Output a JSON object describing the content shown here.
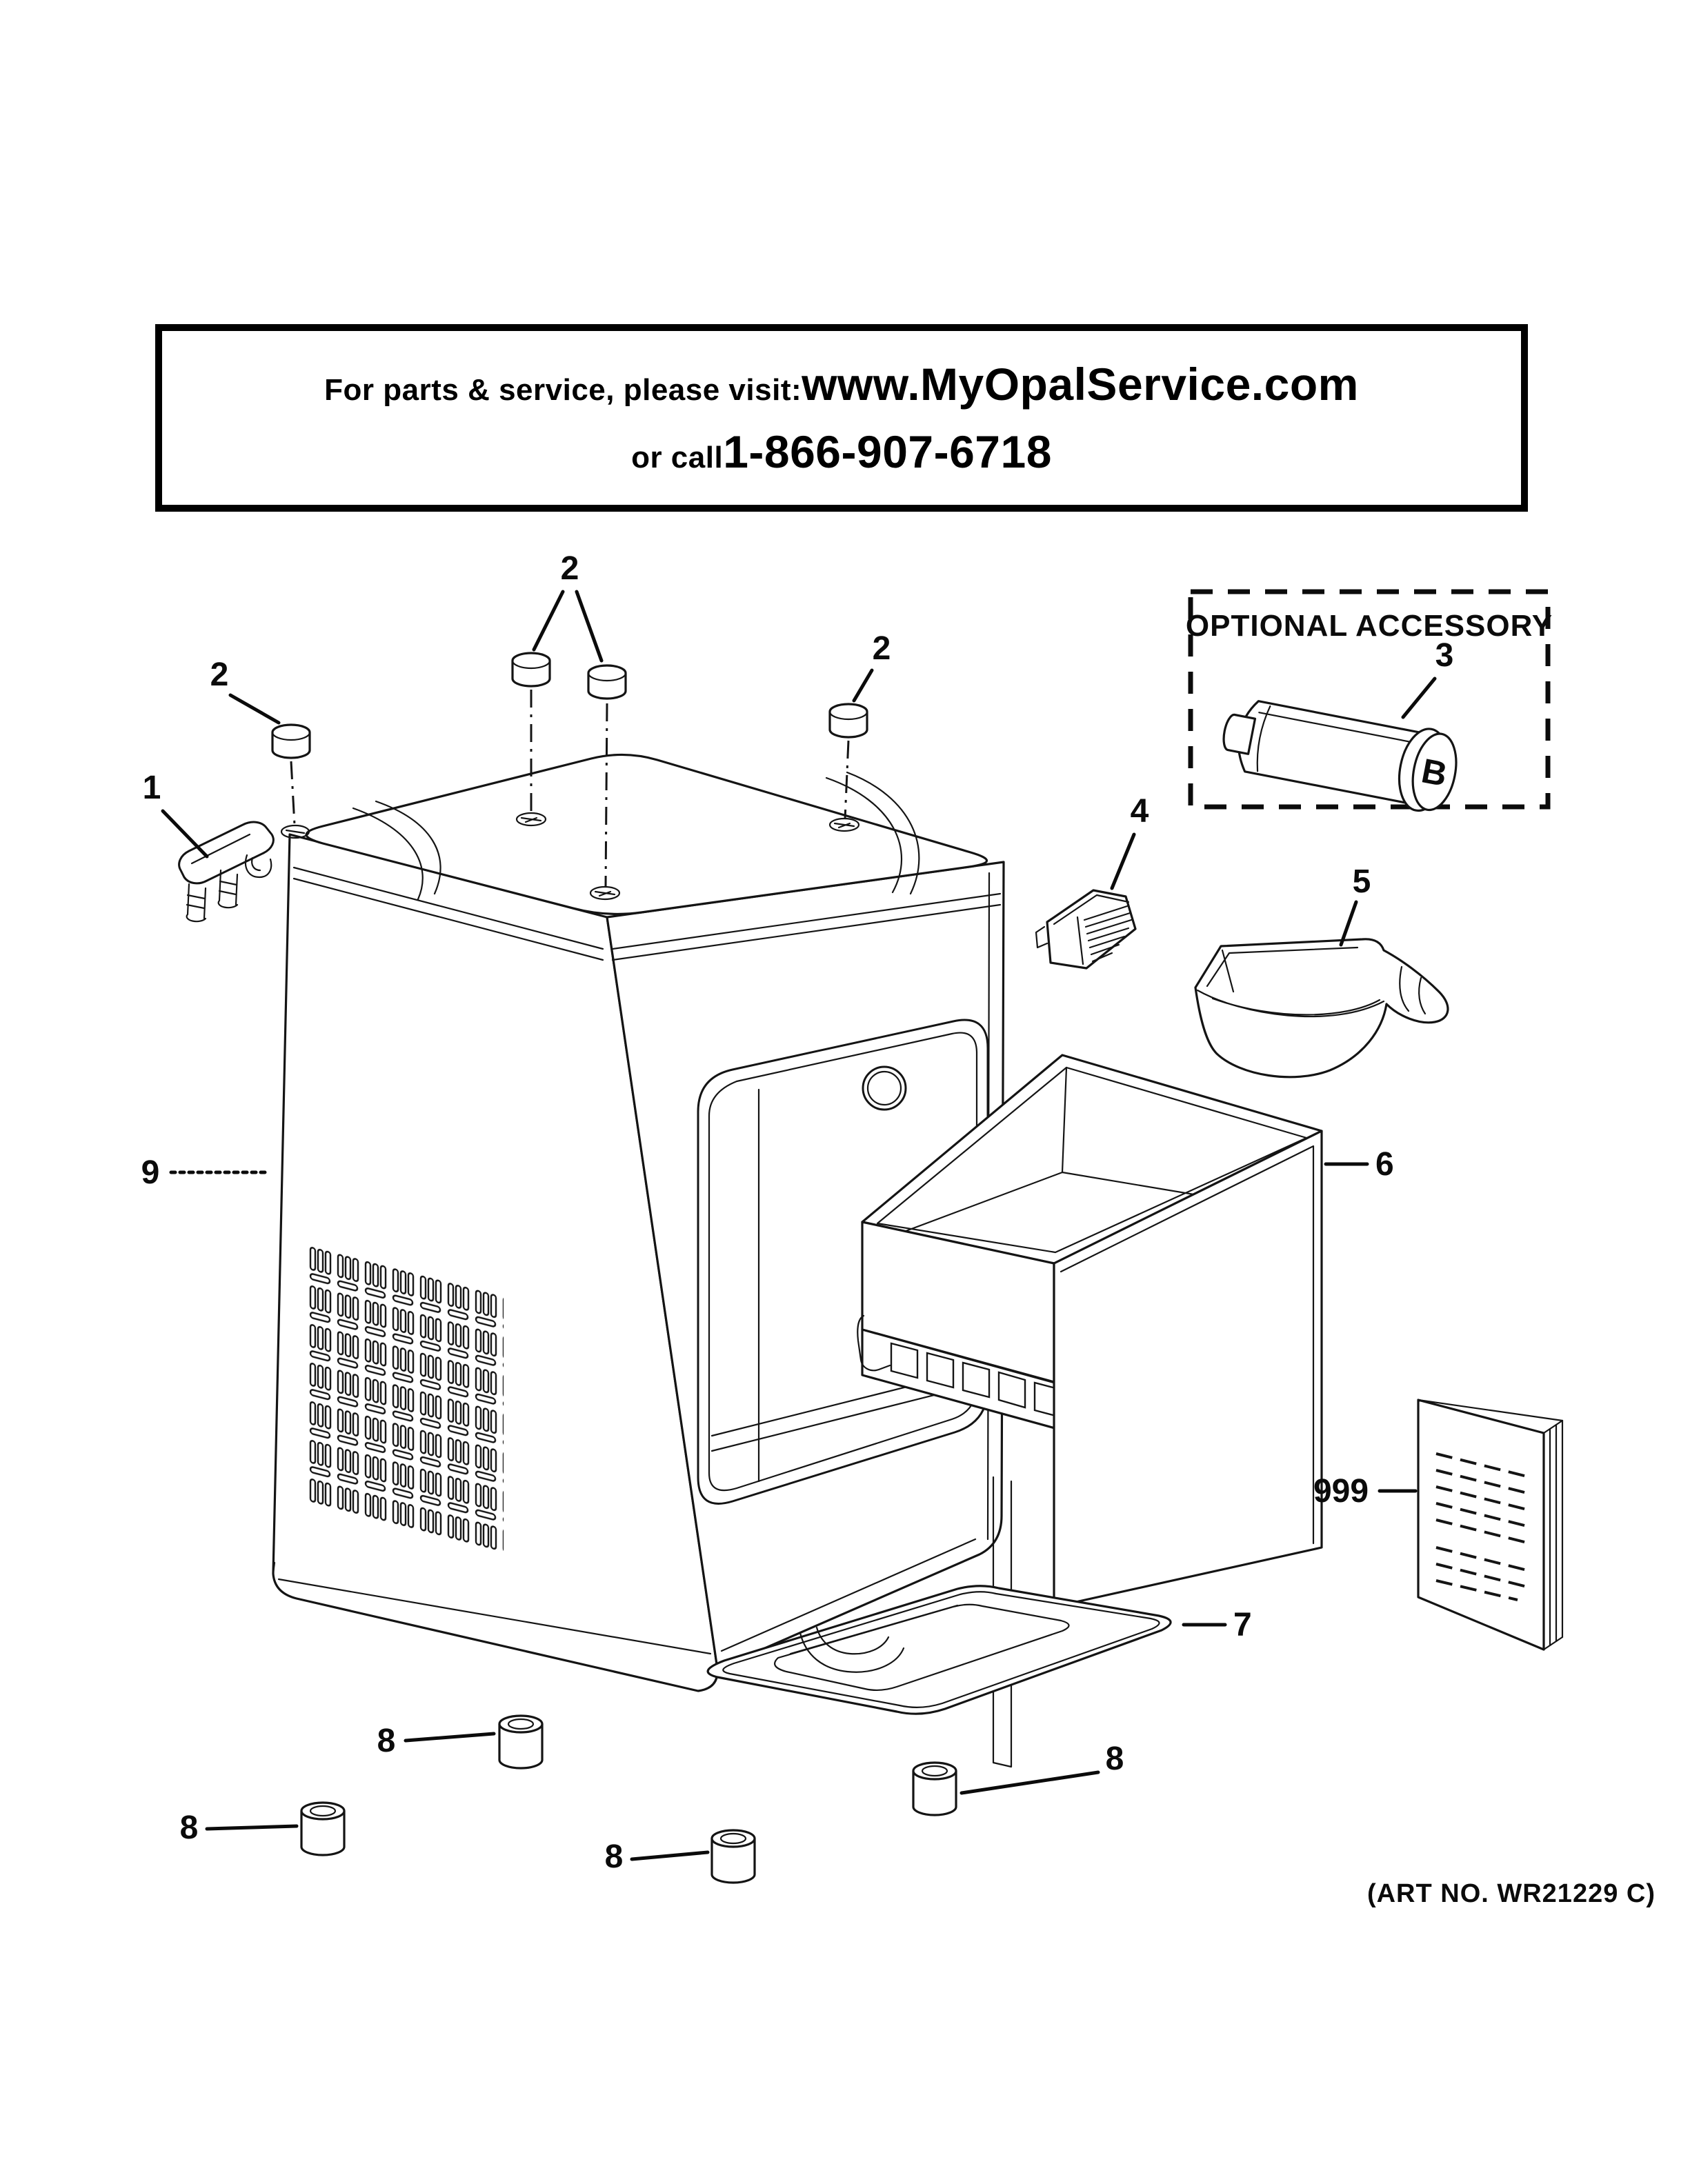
{
  "header": {
    "visit_prefix": "For parts & service, please visit: ",
    "site": "www.MyOpalService.com",
    "call_prefix": "or call ",
    "phone": "1-866-907-6718"
  },
  "optional_accessory": {
    "title": "OPTIONAL ACCESSORY"
  },
  "filter": {
    "logo": "B"
  },
  "callouts": {
    "c1": "1",
    "c2": "2",
    "c3": "3",
    "c4": "4",
    "c5": "5",
    "c6": "6",
    "c7": "7",
    "c8": "8",
    "c9": "9",
    "c999": "999"
  },
  "footer": {
    "art_no": "(ART NO. WR21229 C)"
  },
  "colors": {
    "ink": "#141414",
    "paper": "#ffffff"
  }
}
